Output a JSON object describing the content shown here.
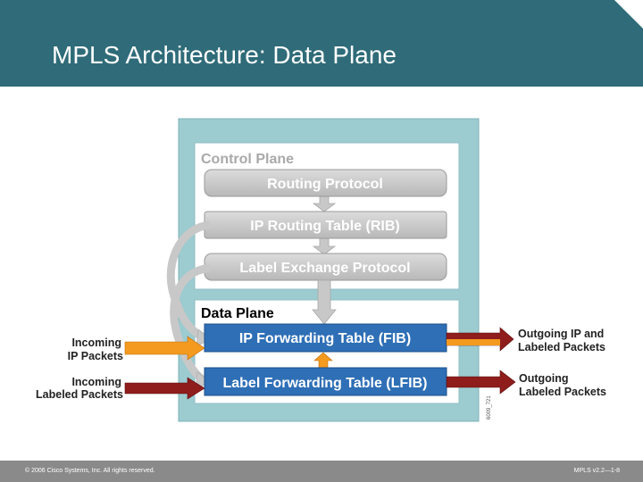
{
  "slide": {
    "title": "MPLS Architecture: Data Plane",
    "footer_left": "© 2006 Cisco Systems, Inc. All rights reserved.",
    "footer_right": "MPLS v2.2—1-8",
    "image_code": "6009_721"
  },
  "diagram": {
    "control_plane_label": "Control Plane",
    "routing_protocol": "Routing Protocol",
    "ip_routing_table": "IP Routing Table (RIB)",
    "label_exchange_protocol": "Label  Exchange Protocol",
    "data_plane_label": "Data Plane",
    "ip_forwarding_table": "IP Forwarding Table (FIB)",
    "label_forwarding_table": "Label Forwarding Table (LFIB)",
    "incoming_ip_line1": "Incoming",
    "incoming_ip_line2": "IP Packets",
    "incoming_labeled_line1": "Incoming",
    "incoming_labeled_line2": "Labeled Packets",
    "outgoing_ip_line1": "Outgoing IP and",
    "outgoing_ip_line2": "Labeled Packets",
    "outgoing_labeled_line1": "Outgoing",
    "outgoing_labeled_line2": "Labeled Packets"
  },
  "colors": {
    "header": "#2f6b78",
    "outer_box": "#9ccbd0",
    "gray_box": "#c4c4c4",
    "blue_box": "#2e6fb6",
    "orange_arrow": "#f39a1f",
    "red_arrow": "#8e1d1b"
  }
}
